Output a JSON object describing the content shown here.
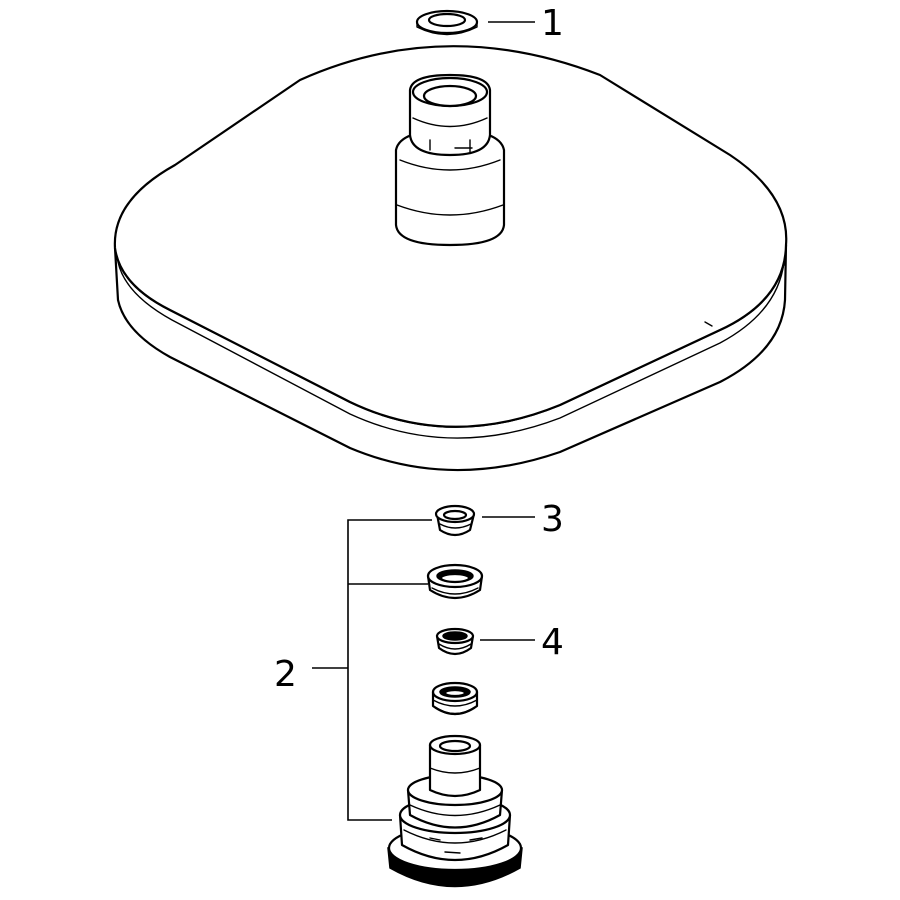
{
  "callouts": {
    "c1": "1",
    "c2": "2",
    "c3": "3",
    "c4": "4"
  },
  "parts": [
    {
      "id": "1",
      "icon": "washer-ring"
    },
    {
      "id": "2",
      "icon": "ball-joint-assembly"
    },
    {
      "id": "3",
      "icon": "flow-limiter"
    },
    {
      "id": "4",
      "icon": "filter-insert"
    }
  ]
}
